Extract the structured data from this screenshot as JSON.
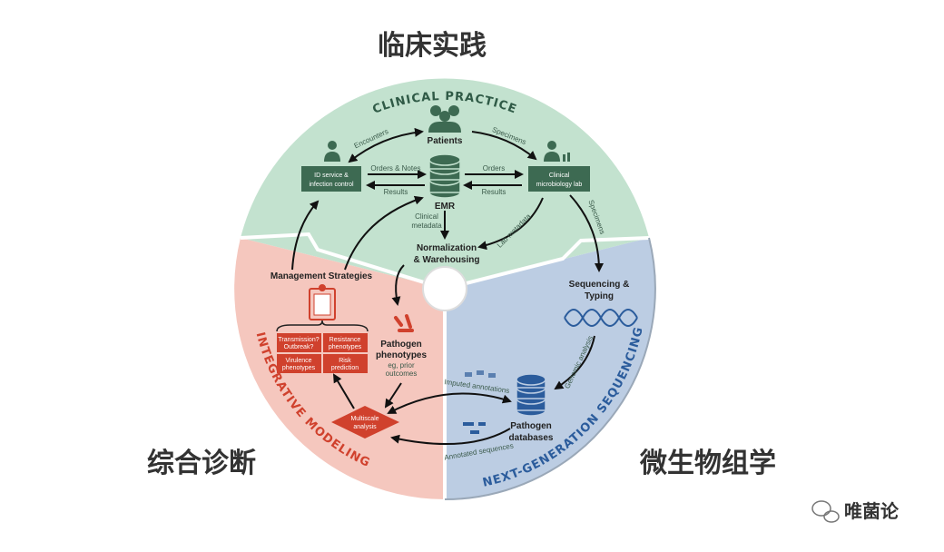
{
  "headings": {
    "top": "临床实践",
    "left": "综合诊断",
    "right": "微生物组学"
  },
  "watermark": {
    "text": "唯菌论",
    "icon": "wechat-icon"
  },
  "colors": {
    "clinical": "#c3e2cf",
    "clinical_dark": "#3d6a52",
    "integrative": "#f5c7be",
    "integrative_dark": "#d0412d",
    "ngs": "#bccde3",
    "ngs_dark": "#2b5c9c"
  },
  "sections": {
    "clinical": "CLINICAL PRACTICE",
    "integrative": "INTEGRATIVE MODELING",
    "ngs": "NEXT-GENERATION SEQUENCING"
  },
  "nodes": {
    "patients": "Patients",
    "id_service": [
      "ID service &",
      "infection control"
    ],
    "micro_lab": [
      "Clinical",
      "microbiology lab"
    ],
    "emr": "EMR",
    "normalization": [
      "Normalization",
      "& Warehousing"
    ],
    "management": "Management Strategies",
    "grid": [
      [
        "Transmission?",
        "Outbreak?"
      ],
      [
        "Resistance",
        "phenotypes"
      ],
      [
        "Virulence",
        "phenotypes"
      ],
      [
        "Risk",
        "prediction"
      ]
    ],
    "phenotypes": [
      "Pathogen",
      "phenotypes"
    ],
    "phenotypes_note": [
      "eg, prior",
      "outcomes"
    ],
    "multiscale": [
      "Multiscale",
      "analysis"
    ],
    "sequencing": [
      "Sequencing &",
      "Typing"
    ],
    "databases": [
      "Pathogen",
      "databases"
    ]
  },
  "edges": {
    "encounters": "Encounters",
    "specimens_top": "Specimens",
    "orders_notes": "Orders & Notes",
    "results_left": "Results",
    "orders": "Orders",
    "results_right": "Results",
    "clinical_metadata": [
      "Clinical",
      "metadata"
    ],
    "lab_metadata": "Lab metadata",
    "specimens_right": "Specimens",
    "genomic_analysis": "Genomic analysis",
    "imputed_annotations": "Imputed annotations",
    "annotated_sequences": "Annotated sequences"
  }
}
